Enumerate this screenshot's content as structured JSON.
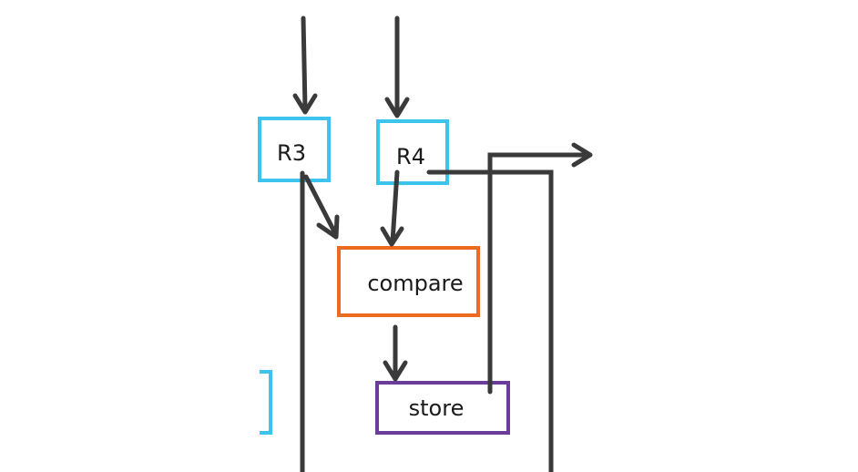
{
  "diagram": {
    "boxes": {
      "r3": {
        "label": "R3",
        "color": "#3cc3ee"
      },
      "r4": {
        "label": "R4",
        "color": "#3cc3ee"
      },
      "compare": {
        "label": "compare",
        "color": "#ec6b1f"
      },
      "store": {
        "label": "store",
        "color": "#6a3d9a"
      },
      "partial": {
        "label": "",
        "color": "#3cc3ee"
      }
    },
    "wire_color": "#3a3a3a"
  }
}
